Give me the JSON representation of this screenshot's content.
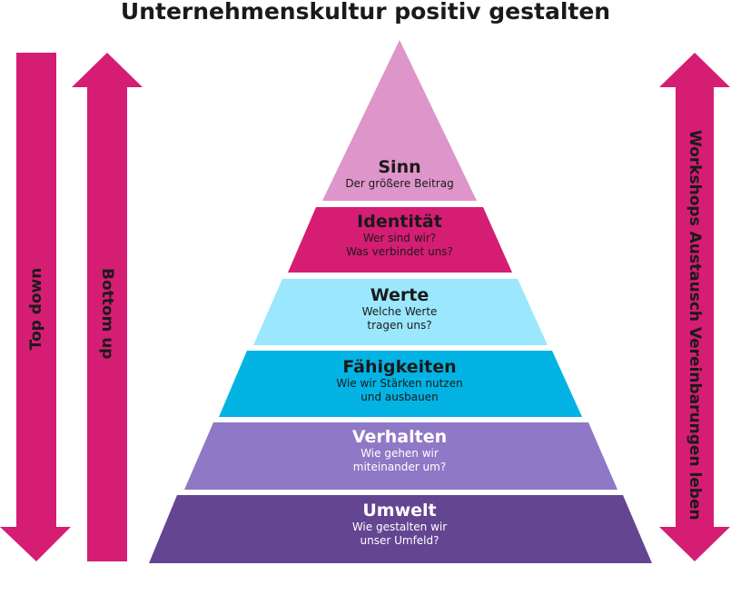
{
  "title": "Unternehmenskultur positiv gestalten",
  "arrows": {
    "top_down": "Top down",
    "bottom_up": "Bottom up",
    "workshops": "Workshops Austausch Vereinbarungen leben"
  },
  "colors": {
    "arrow": "#d51d74"
  },
  "tiers": [
    {
      "title": "Sinn",
      "lines": [
        "Der größere Beitrag"
      ],
      "color": "#de95c9"
    },
    {
      "title": "Identität",
      "lines": [
        "Wer sind wir?",
        "Was verbindet uns?"
      ],
      "color": "#d51d74"
    },
    {
      "title": "Werte",
      "lines": [
        "Welche Werte",
        "tragen uns?"
      ],
      "color": "#9be7fd"
    },
    {
      "title": "Fähigkeiten",
      "lines": [
        "Wie wir Stärken nutzen",
        "und ausbauen"
      ],
      "color": "#02b3e4"
    },
    {
      "title": "Verhalten",
      "lines": [
        "Wie gehen wir",
        "miteinander um?"
      ],
      "color": "#8f78c6"
    },
    {
      "title": "Umwelt",
      "lines": [
        "Wie gestalten wir",
        "unser Umfeld?"
      ],
      "color": "#644592"
    }
  ]
}
